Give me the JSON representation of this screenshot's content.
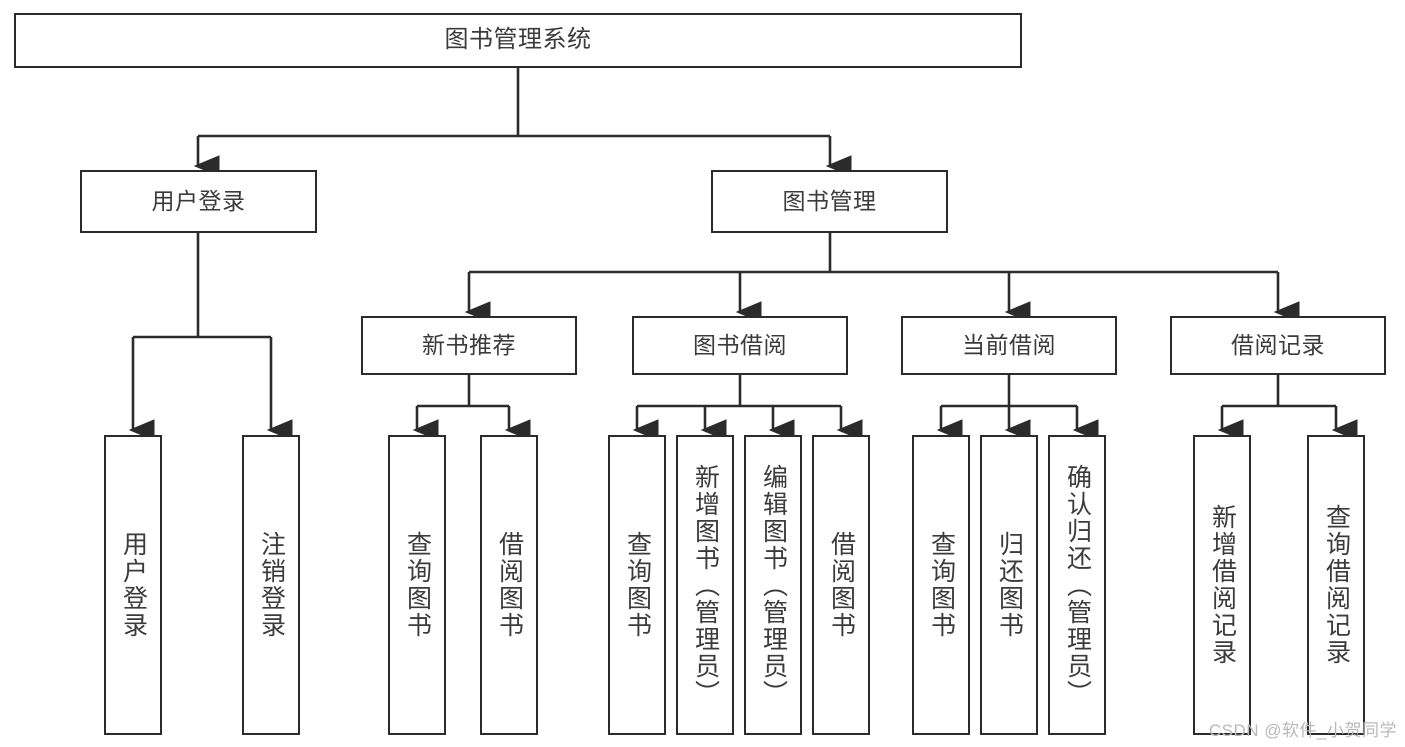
{
  "diagram": {
    "title": "图书管理系统",
    "type": "功能结构图",
    "watermark": "CSDN @软件_小贺同学",
    "colors": {
      "box_border": "#2b2b2b",
      "box_fill": "#ffffff",
      "edge": "#2b2b2b",
      "text": "#3b3b3b",
      "watermark": "#b9b9b9",
      "background": "#ffffff"
    },
    "nodes": {
      "root": {
        "label": "图书管理系统"
      },
      "level2": [
        {
          "id": "user-login",
          "label": "用户登录"
        },
        {
          "id": "book-manage",
          "label": "图书管理"
        }
      ],
      "level3": [
        {
          "id": "new-book-recommend",
          "label": "新书推荐"
        },
        {
          "id": "book-borrow",
          "label": "图书借阅"
        },
        {
          "id": "current-borrow",
          "label": "当前借阅"
        },
        {
          "id": "borrow-record",
          "label": "借阅记录"
        }
      ],
      "leaves": {
        "user-login": [
          {
            "id": "leaf-user-login",
            "label": "用户登录"
          },
          {
            "id": "leaf-user-logout",
            "label": "注销登录"
          }
        ],
        "new-book-recommend": [
          {
            "id": "leaf-query-book-1",
            "label": "查询图书"
          },
          {
            "id": "leaf-borrow-book-1",
            "label": "借阅图书"
          }
        ],
        "book-borrow": [
          {
            "id": "leaf-query-book-2",
            "label": "查询图书"
          },
          {
            "id": "leaf-add-book",
            "label": "新增图书（管理员）"
          },
          {
            "id": "leaf-edit-book",
            "label": "编辑图书（管理员）"
          },
          {
            "id": "leaf-borrow-book-2",
            "label": "借阅图书"
          }
        ],
        "current-borrow": [
          {
            "id": "leaf-query-book-3",
            "label": "查询图书"
          },
          {
            "id": "leaf-return-book",
            "label": "归还图书"
          },
          {
            "id": "leaf-confirm-return",
            "label": "确认归还（管理员）"
          }
        ],
        "borrow-record": [
          {
            "id": "leaf-add-record",
            "label": "新增借阅记录"
          },
          {
            "id": "leaf-query-record",
            "label": "查询借阅记录"
          }
        ]
      }
    }
  }
}
